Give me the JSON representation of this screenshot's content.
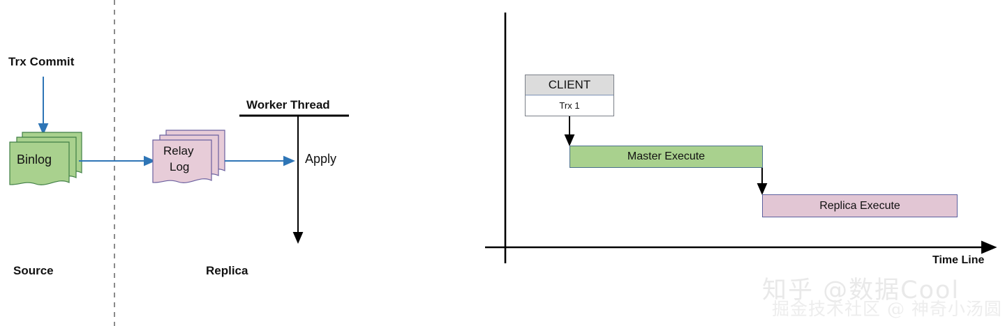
{
  "diagram_left": {
    "title_labels": {
      "trx_commit": "Trx Commit",
      "worker_thread": "Worker Thread",
      "apply": "Apply",
      "source": "Source",
      "replica": "Replica"
    },
    "nodes": [
      {
        "id": "binlog",
        "label": "Binlog",
        "color": "#a9d18e",
        "border": "#3f7e44",
        "shape": "document-stack"
      },
      {
        "id": "relay-log",
        "label_line1": "Relay",
        "label_line2": "Log",
        "color": "#e7ccd8",
        "border": "#6a5f9e",
        "shape": "document-stack"
      }
    ],
    "arrow_color": "#2e75b6",
    "divider": "dashed-vertical"
  },
  "diagram_right": {
    "client": {
      "header": "CLIENT",
      "row": "Trx 1",
      "header_color": "#dcdcdc"
    },
    "bars": [
      {
        "id": "master-execute",
        "label": "Master Execute",
        "color": "#a9d18e",
        "border": "#4a6f8a"
      },
      {
        "id": "replica-execute",
        "label": "Replica Execute",
        "color": "#e2c6d4",
        "border": "#5b5f9e"
      }
    ],
    "axis": {
      "x_label": "Time Line",
      "axis_color": "#000000"
    }
  },
  "watermarks": {
    "primary": "知乎 @数据Cool",
    "secondary": "掘金技术社区 @ 神奇小汤圆"
  },
  "chart_data": {
    "type": "timeline",
    "title": "",
    "xlabel": "Time Line",
    "ylabel": "",
    "grid": false,
    "legend": "none",
    "tasks": [
      {
        "name": "CLIENT / Trx 1",
        "start": 0.12,
        "end": 0.3,
        "row": 0,
        "color": "#dcdcdc"
      },
      {
        "name": "Master Execute",
        "start": 0.21,
        "end": 0.59,
        "row": 1,
        "color": "#a9d18e"
      },
      {
        "name": "Replica Execute",
        "start": 0.59,
        "end": 0.98,
        "row": 2,
        "color": "#e2c6d4"
      }
    ],
    "dependencies": [
      {
        "from": "CLIENT / Trx 1",
        "to": "Master Execute"
      },
      {
        "from": "Master Execute",
        "to": "Replica Execute"
      }
    ]
  }
}
